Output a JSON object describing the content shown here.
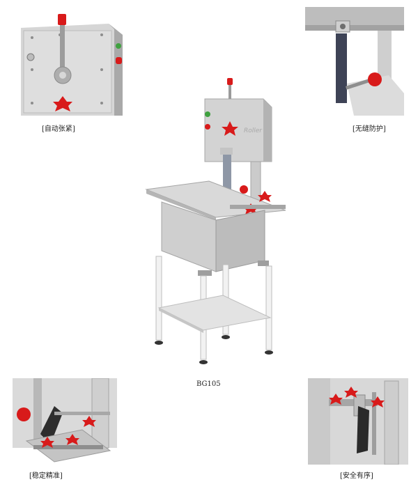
{
  "captions": {
    "top_left": "[自动张紧]",
    "top_right": "[无缝防护]",
    "center": "BG105",
    "bottom_left": "[稳定精准]",
    "bottom_right": "[安全有序]"
  },
  "colors": {
    "steel": "#c9c9c9",
    "steel_light": "#e4e4e4",
    "steel_dark": "#9a9a9a",
    "knob_red": "#d81a1a",
    "frame_white": "#f2f2f2"
  }
}
